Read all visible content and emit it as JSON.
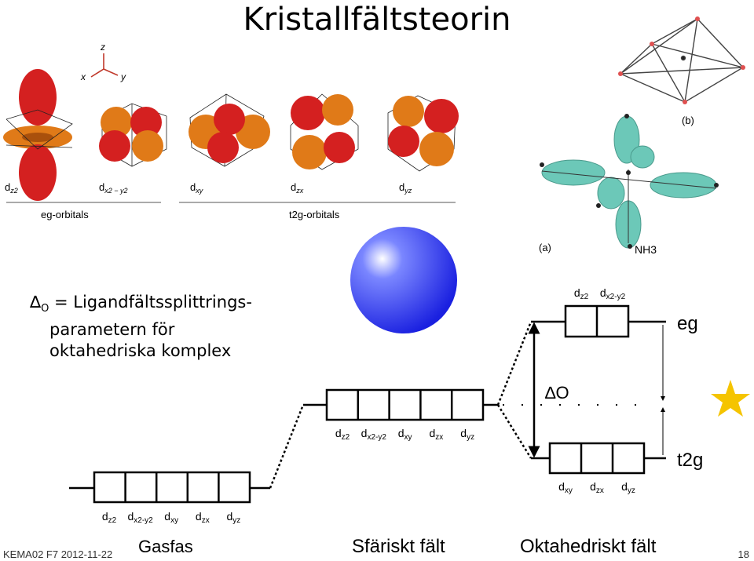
{
  "title": "Kristallfältsteorin",
  "left_figure": {
    "axes": {
      "z": "z",
      "x": "x",
      "y": "y"
    },
    "orbitals": [
      "d",
      "d",
      "d",
      "d",
      "d"
    ],
    "orbital_subs": [
      "z2",
      "x2 − y2",
      "xy",
      "zx",
      "yz"
    ],
    "eg_label": "eg-orbitals",
    "t2g_label": "t2g-orbitals"
  },
  "right_figure": {
    "label_b": "(b)",
    "label_a": "(a)",
    "nh3": "NH3"
  },
  "delta_definition": {
    "symbol": "∆",
    "sub": "O",
    "line1": " = Ligandfältssplittrings-",
    "line2": "parametern för",
    "line3": "oktahedriska komplex"
  },
  "diagram": {
    "gas_labels": [
      "dz2",
      "dx2-y2",
      "dxy",
      "dzx",
      "dyz"
    ],
    "sphere_labels": [
      "dz2",
      "dx2-y2",
      "dxy",
      "dzx",
      "dyz"
    ],
    "eg_box_labels": [
      "dz2",
      "dx2-y2"
    ],
    "t2g_box_labels": [
      "dxy",
      "dzx",
      "dyz"
    ],
    "eg": "eg",
    "t2g": "t2g",
    "delta": "∆O",
    "section_gas": "Gasfas",
    "section_sphere": "Sfäriskt fält",
    "section_oct": "Oktahedriskt fält"
  },
  "footer": {
    "left": "KEMA02 F7 2012-11-22",
    "page": "18"
  },
  "colors": {
    "orbital_red": "#d42020",
    "orbital_orange": "#e07a18",
    "ligand_teal": "#6cc8b8",
    "sphere_blue": "#2a3cff",
    "star": "#f5c400"
  }
}
